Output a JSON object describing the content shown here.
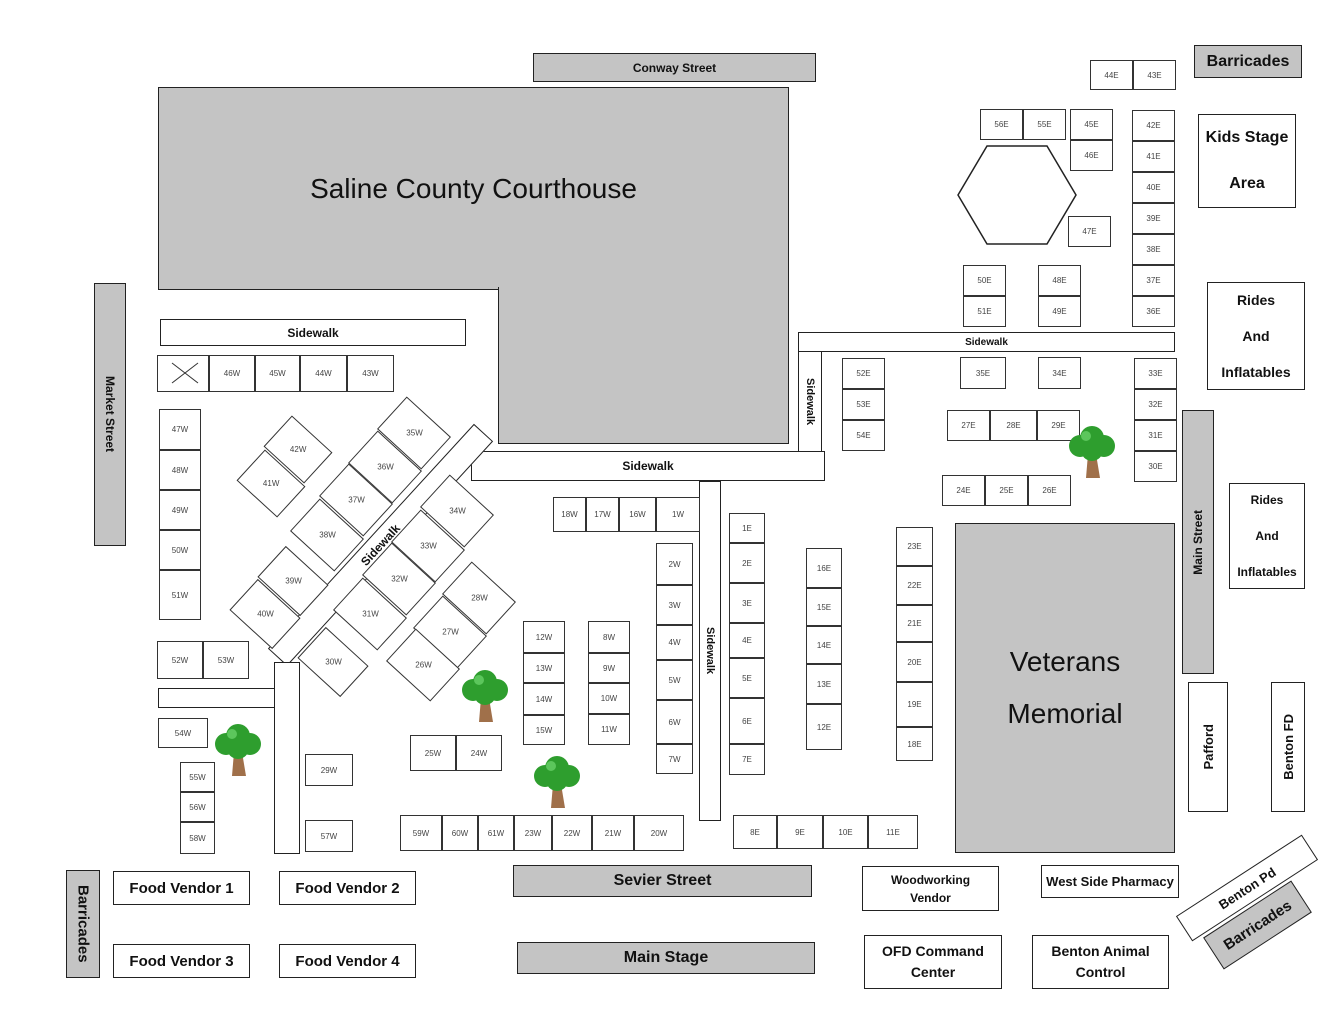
{
  "title_courthouse": "Saline County Courthouse",
  "title_memorial_1": "Veterans",
  "title_memorial_2": "Memorial",
  "streets": {
    "conway": "Conway Street",
    "market": "Market Street",
    "main": "Main Street",
    "sevier": "Sevier Street"
  },
  "sidewalk_label": "Sidewalk",
  "areas": {
    "barricades": "Barricades",
    "kids_stage_1": "Kids Stage",
    "kids_stage_2": "Area",
    "rides_1": "Rides",
    "rides_2": "And",
    "rides_3": "Inflatables",
    "pafford": "Pafford",
    "benton_fd": "Benton FD",
    "benton_pd": "Benton Pd",
    "west_side_pharmacy": "West Side Pharmacy",
    "woodworking_1": "Woodworking",
    "woodworking_2": "Vendor",
    "ofd_1": "OFD Command",
    "ofd_2": "Center",
    "animal_1": "Benton Animal",
    "animal_2": "Control",
    "main_stage": "Main Stage",
    "food_vendor_1": "Food Vendor 1",
    "food_vendor_2": "Food Vendor 2",
    "food_vendor_3": "Food Vendor 3",
    "food_vendor_4": "Food Vendor 4"
  },
  "booths": [
    "44E",
    "43E",
    "56E",
    "55E",
    "45E",
    "46E",
    "42E",
    "41E",
    "40E",
    "39E",
    "38E",
    "37E",
    "36E",
    "47E",
    "50E",
    "51E",
    "48E",
    "49E",
    "52E",
    "53E",
    "54E",
    "35E",
    "34E",
    "33E",
    "32E",
    "31E",
    "30E",
    "27E",
    "28E",
    "29E",
    "24E",
    "25E",
    "26E",
    "23E",
    "22E",
    "21E",
    "20E",
    "19E",
    "18E",
    "16E",
    "15E",
    "14E",
    "13E",
    "12E",
    "1E",
    "2E",
    "3E",
    "4E",
    "5E",
    "6E",
    "7E",
    "8E",
    "9E",
    "10E",
    "11E",
    "46W",
    "45W",
    "44W",
    "43W",
    "47W",
    "48W",
    "49W",
    "50W",
    "51W",
    "52W",
    "53W",
    "54W",
    "55W",
    "56W",
    "58W",
    "29W",
    "57W",
    "18W",
    "17W",
    "16W",
    "1W",
    "2W",
    "3W",
    "4W",
    "5W",
    "6W",
    "7W",
    "12W",
    "13W",
    "14W",
    "15W",
    "8W",
    "9W",
    "10W",
    "11W",
    "25W",
    "24W",
    "59W",
    "60W",
    "61W",
    "23W",
    "22W",
    "21W",
    "20W",
    "42W",
    "41W",
    "35W",
    "36W",
    "37W",
    "38W",
    "39W",
    "40W",
    "34W",
    "33W",
    "32W",
    "31W",
    "30W",
    "28W",
    "27W",
    "26W"
  ],
  "colors": {
    "street": "#c4c4c4",
    "border": "#222222",
    "tree_green": "#2e9e2e",
    "tree_trunk": "#a0704a"
  }
}
